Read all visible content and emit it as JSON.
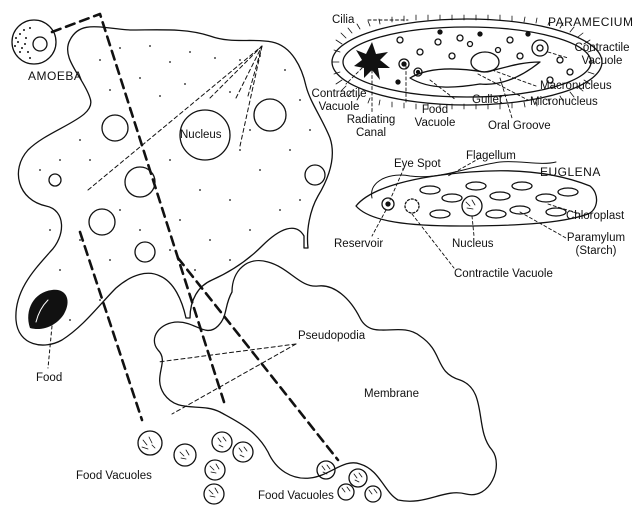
{
  "labels": {
    "amoeba": "AMOEBA",
    "nucleus": "Nucleus",
    "food": "Food",
    "food_vacuoles_left": "Food Vacuoles",
    "food_vacuoles_right": "Food Vacuoles",
    "pseudopodia": "Pseudopodia",
    "membrane": "Membrane",
    "paramecium": "PARAMECIUM",
    "cilia": "Cilia",
    "contractile_vacuole_right": "Contractile Vacuole",
    "contractile_vacuole_left": "Contractile Vacuole",
    "macronucleus": "Macronucleus",
    "micronucleus": "Micronucleus",
    "food_vacuole": "Food Vacuole",
    "gullet": "Gullet",
    "oral_groove": "Oral Groove",
    "radiating_canal": "Radiating Canal",
    "euglena": "EUGLENA",
    "eye_spot": "Eye Spot",
    "flagellum": "Flagellum",
    "chloroplast": "Chloroplast",
    "reservoir": "Reservoir",
    "euglena_nucleus": "Nucleus",
    "paramylum": "Paramylum (Starch)",
    "contractile_vacuole_euglena": "Contractile Vacuole"
  },
  "colors": {
    "ink": "#111111",
    "background": "#ffffff"
  }
}
